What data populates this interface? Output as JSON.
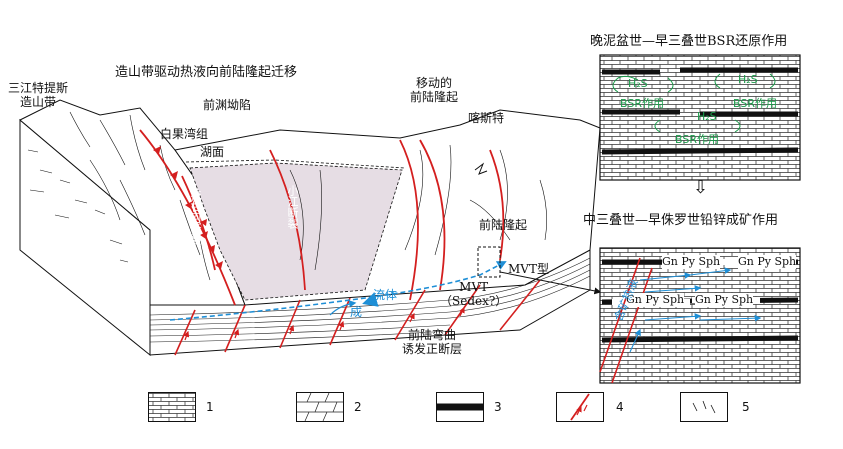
{
  "main": {
    "title": "造山带驱动热液向前陆隆起迁移",
    "orogen": [
      "三江特提斯",
      "造山带"
    ],
    "baiguowan": "白果湾组",
    "lake_surface": "湖面",
    "foredeep": "前渊坳陷",
    "moving_uplift": [
      "移动的",
      "前陆隆起"
    ],
    "karst": "喀斯特",
    "fault_ganhe": "筱甘河断裂",
    "fault_xiaojiang": "小江断裂",
    "foreland_uplift": "前陆隆起",
    "mvt_type": "MVT型",
    "mvt_sedex": [
      "MVT",
      "（Sedex?）"
    ],
    "ore_fluid_1": "成",
    "ore_fluid_2": "流体",
    "normal_fault": [
      "前陆弯曲",
      "诱发正断层"
    ]
  },
  "inset_top": {
    "title": "晚泥盆世—早三叠世BSR还原作用",
    "h2s": [
      "H₂S",
      "H₂S",
      "H₂S"
    ],
    "bsr": [
      "BSR作用",
      "BSR作用",
      "BSR作用"
    ]
  },
  "inset_bottom": {
    "title": "中三叠世—早侏罗世铅锌成矿作用",
    "minerals": [
      "Gn Py Sph",
      "Gn Py Sph",
      "Gn Py Sph",
      "Gn Py Sph"
    ],
    "ore_fluid": "含矿热液"
  },
  "legend": {
    "items": [
      {
        "num": "1",
        "pattern": "limestone"
      },
      {
        "num": "2",
        "pattern": "dolomite"
      },
      {
        "num": "3",
        "pattern": "black-shale"
      },
      {
        "num": "4",
        "pattern": "fault"
      },
      {
        "num": "5",
        "pattern": "joints"
      }
    ]
  },
  "colors": {
    "fault": "#d41f1f",
    "fluid": "#1f8fd6",
    "bsr": "#1a9b4a",
    "basin": "#e6dde4"
  }
}
